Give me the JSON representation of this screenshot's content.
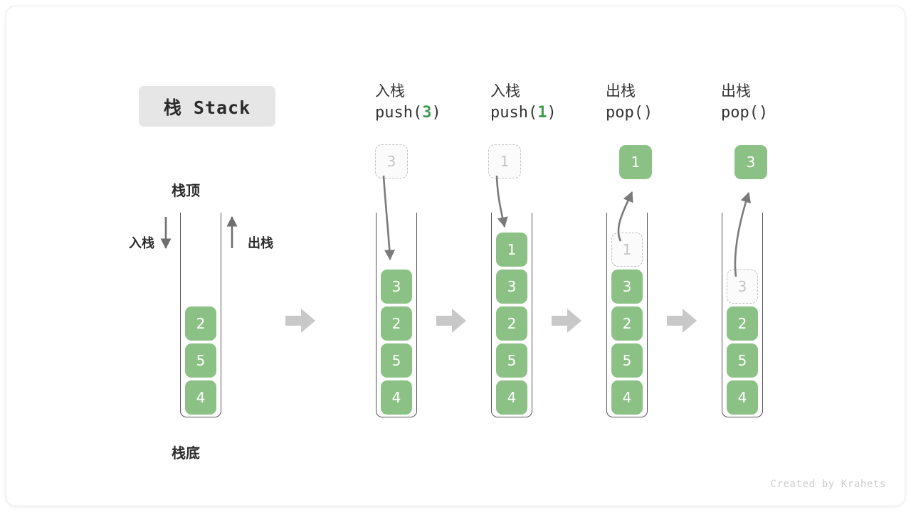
{
  "diagram": {
    "title": "栈 Stack",
    "watermark": "Created by Krahets",
    "colors": {
      "cell_green": "#8cc185",
      "arg_green": "#3f9c4f",
      "ghost_gray": "#c4c4c4",
      "rail_gray": "#555555",
      "badge_gray": "#e6e6e6",
      "step_arrow_gray": "#c8c8c8"
    },
    "labels": {
      "top": "栈顶",
      "bottom": "栈底",
      "push_side": "入栈",
      "pop_side": "出栈"
    },
    "icons": {
      "push_side_arrow": "arrow-down-icon",
      "pop_side_arrow": "arrow-up-icon",
      "step_arrow": "arrow-right-block-icon",
      "motion_arrow": "curved-arrow-icon"
    },
    "columns": [
      {
        "id": "initial",
        "op_cn": "",
        "op_code": "",
        "op_arg": "",
        "float_cell": null,
        "float_style": "",
        "cells_bottom_to_top": [
          "4",
          "5",
          "2"
        ],
        "ghost_index": -1
      },
      {
        "id": "push-3",
        "op_cn": "入栈",
        "op_code_prefix": "push(",
        "op_arg": "3",
        "op_code_suffix": ")",
        "float_cell": "3",
        "float_style": "ghost",
        "cells_bottom_to_top": [
          "4",
          "5",
          "2",
          "3"
        ],
        "ghost_index": -1
      },
      {
        "id": "push-1",
        "op_cn": "入栈",
        "op_code_prefix": "push(",
        "op_arg": "1",
        "op_code_suffix": ")",
        "float_cell": "1",
        "float_style": "ghost",
        "cells_bottom_to_top": [
          "4",
          "5",
          "2",
          "3",
          "1"
        ],
        "ghost_index": -1
      },
      {
        "id": "pop-1",
        "op_cn": "出栈",
        "op_code_prefix": "pop(",
        "op_arg": "",
        "op_code_suffix": ")",
        "float_cell": "1",
        "float_style": "solid",
        "cells_bottom_to_top": [
          "4",
          "5",
          "2",
          "3",
          "1"
        ],
        "ghost_index": 4
      },
      {
        "id": "pop-3",
        "op_cn": "出栈",
        "op_code_prefix": "pop(",
        "op_arg": "",
        "op_code_suffix": ")",
        "float_cell": "3",
        "float_style": "solid",
        "cells_bottom_to_top": [
          "4",
          "5",
          "2",
          "3"
        ],
        "ghost_index": 3
      }
    ]
  }
}
